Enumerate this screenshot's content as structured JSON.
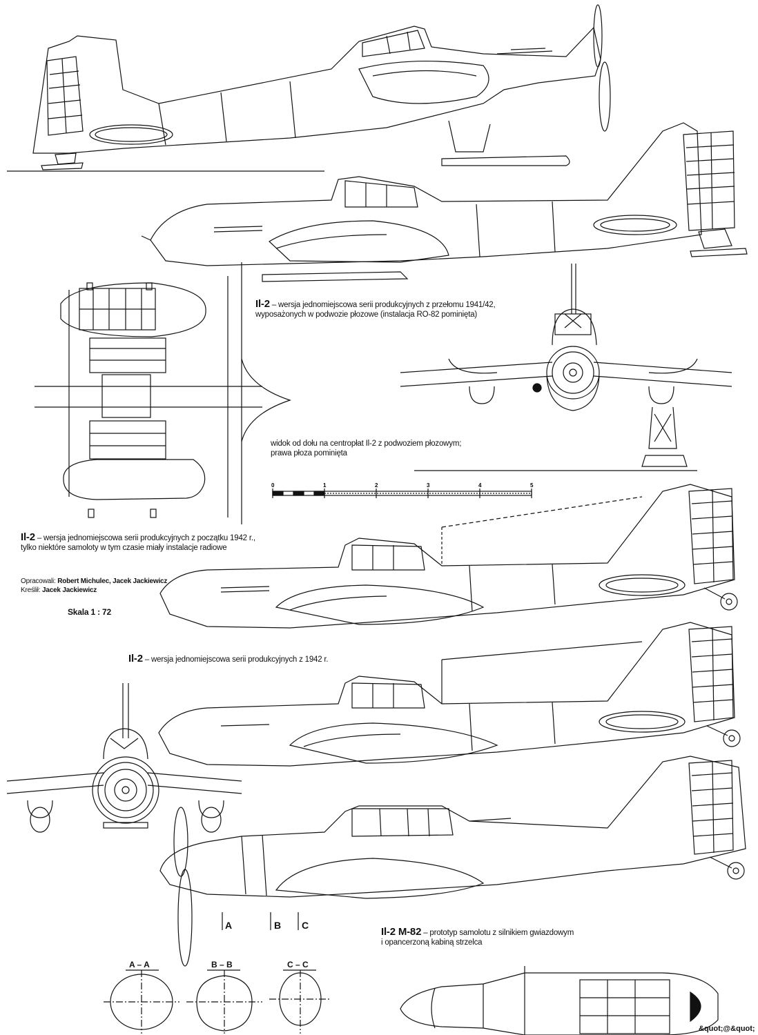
{
  "captions": {
    "c1_title": "Il-2",
    "c1_line1": " – wersja jednomiejscowa serii produkcyjnych z przełomu 1941/42,",
    "c1_line2": "wyposażonych w podwozie płozowe (instalacja RO-82 pominięta)",
    "bottom_view_line1": "widok od dołu na centropłat Il-2 z podwoziem płozowym;",
    "bottom_view_line2": "prawa płoza pominięta",
    "c2_title": "Il-2",
    "c2_line1": " – wersja jednomiejscowa serii produkcyjnych z początku 1942 r.,",
    "c2_line2": "tylko niektóre samoloty w tym czasie miały instalacje radiowe",
    "credits_prepared_label": "Opracowali: ",
    "credits_prepared_names": "Robert Michulec, Jacek Jackiewicz",
    "credits_drawn_label": "Kreślił: ",
    "credits_drawn_name": "Jacek Jackiewicz",
    "scale": "Skala 1 : 72",
    "c3_title": "Il-2",
    "c3_line1": " – wersja jednomiejscowa serii produkcyjnych z 1942 r.",
    "c4_title": "Il-2 M-82",
    "c4_line1": " – prototyp samolotu z silnikiem gwiazdowym",
    "c4_line2": "i opancerzoną kabiną strzelca"
  },
  "scale_bar": {
    "ticks": [
      "0",
      "1",
      "2",
      "3",
      "4",
      "5"
    ]
  },
  "section_marks": {
    "a": "A",
    "b": "B",
    "c": "C"
  },
  "sections": {
    "aa": "A – A",
    "bb": "B – B",
    "cc": "C – C"
  },
  "watermark": "&quot;@&quot;"
}
